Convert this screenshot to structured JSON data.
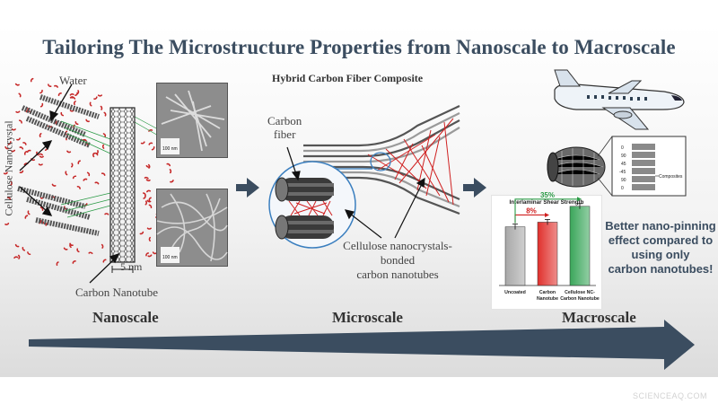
{
  "title": "Tailoring The Microstructure Properties from Nanoscale to Macroscale",
  "nanoscale": {
    "label": "Nanoscale",
    "water_label": "Water",
    "cnc_label": "Cellulose Nanocrystal",
    "cnt_label": "Carbon Nanotube",
    "scale_5nm": "5 nm",
    "tem_scale_1": "100 nm",
    "tem_scale_2": "100 nm"
  },
  "microscale": {
    "label": "Microscale",
    "heading": "Hybrid Carbon Fiber Composite",
    "carbon_fiber_line1": "Carbon",
    "carbon_fiber_line2": "fiber",
    "bonded_line1": "Cellulose nanocrystals-",
    "bonded_line2": "bonded",
    "bonded_line3": "carbon nanotubes"
  },
  "macroscale": {
    "label": "Macroscale",
    "composites_label": "Composites",
    "angles": [
      "0",
      "90",
      "45",
      "-45",
      "90",
      "0"
    ],
    "conclusion": [
      "Better nano-pinning",
      "effect compared to",
      "using only",
      "carbon nanotubes!"
    ]
  },
  "chart_data": {
    "type": "bar",
    "title": "Interlaminar Shear Strength",
    "categories": [
      "Uncoated",
      "Carbon Nanotube",
      "Cellulose NC-Carbon Nanotube"
    ],
    "category_lines": [
      [
        "Uncoated"
      ],
      [
        "Carbon",
        "Nanotube"
      ],
      [
        "Cellulose NC-",
        "Carbon Nanotube"
      ]
    ],
    "values": [
      1.0,
      1.08,
      1.35
    ],
    "ylim": [
      0,
      1.5
    ],
    "colors": [
      "#a8a8a8",
      "#e0302c",
      "#3aa65a"
    ],
    "annotations": [
      {
        "text": "8%",
        "from": 0,
        "to": 1,
        "color": "#d02020"
      },
      {
        "text": "35%",
        "from": 0,
        "to": 2,
        "color": "#2a9a45"
      }
    ]
  },
  "watermark": "SCIENCEAQ.COM",
  "colors": {
    "title": "#3b4d60",
    "arrow": "#3b4d60",
    "red": "#cc1f1f",
    "green": "#2a9a45"
  }
}
